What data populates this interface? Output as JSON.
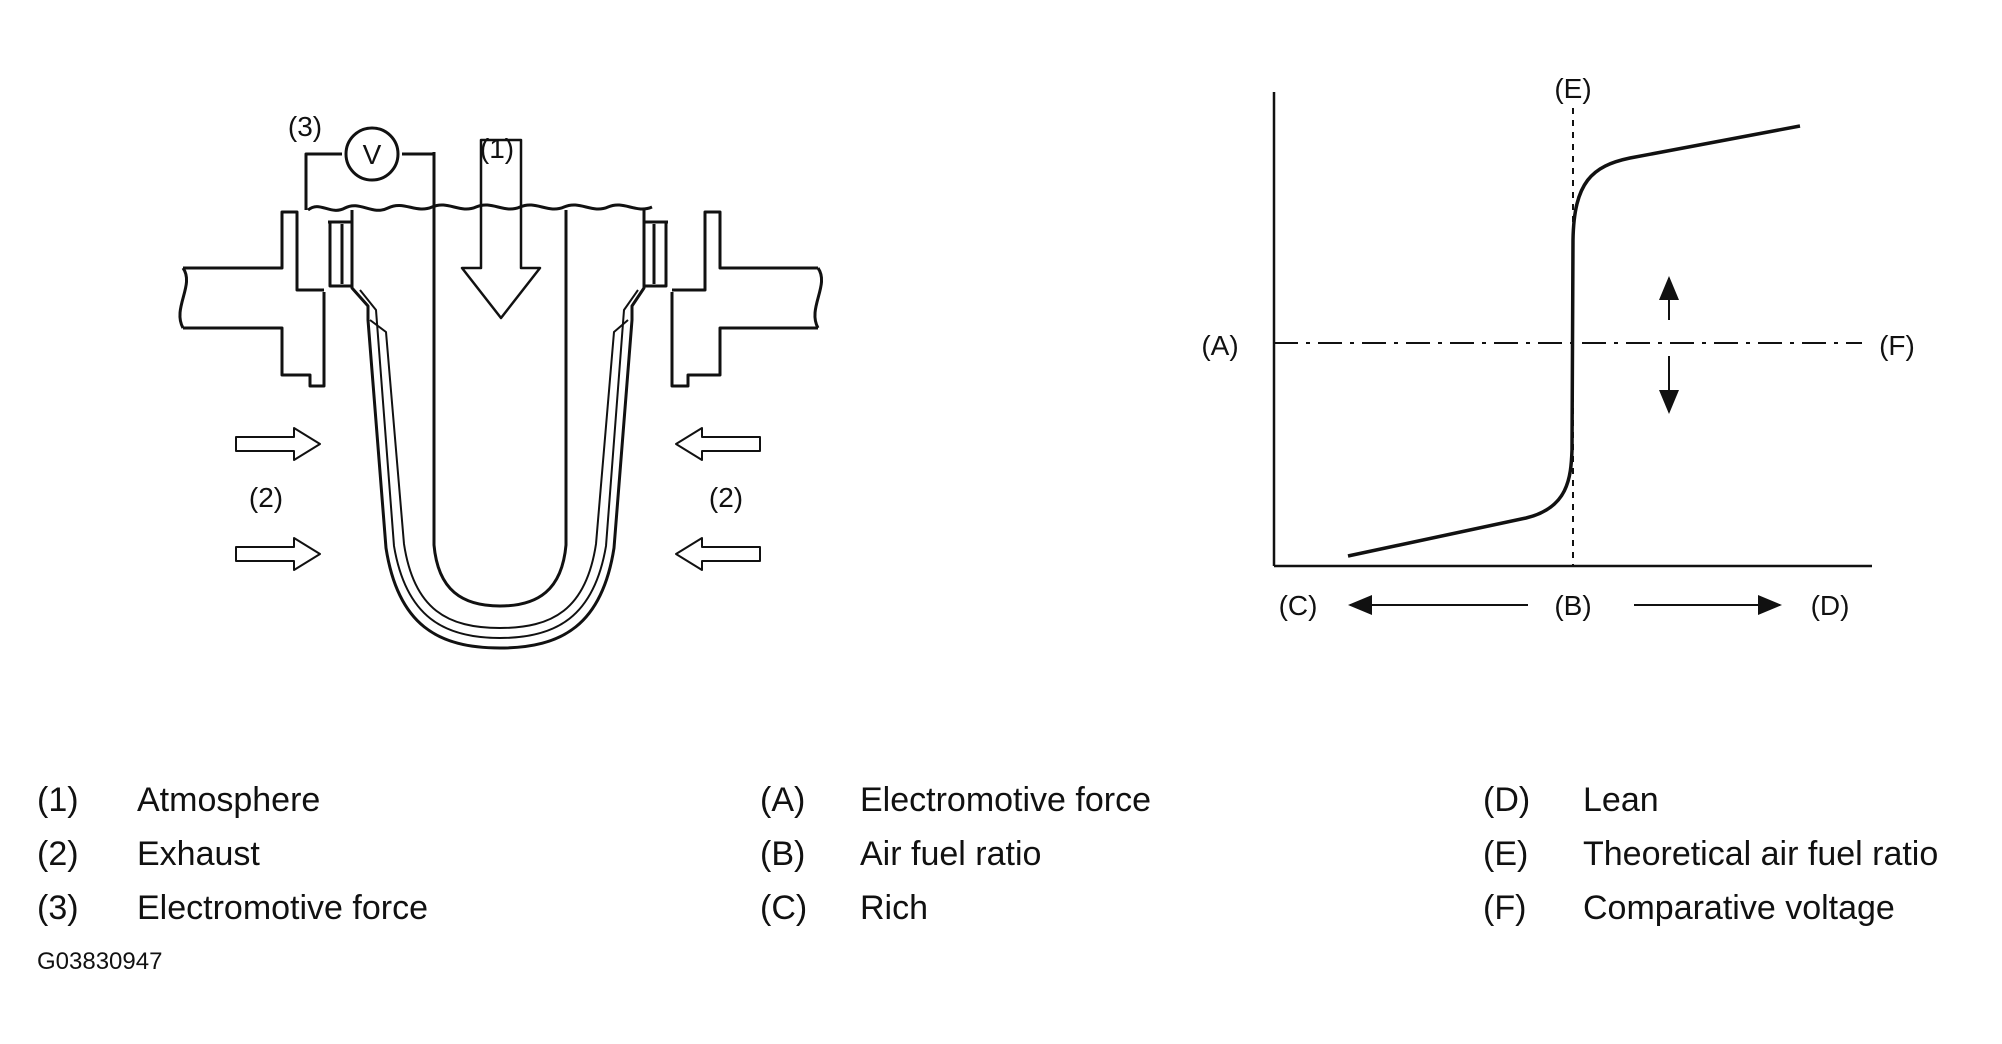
{
  "sensor_labels": {
    "atmosphere_marker": "(1)",
    "exhaust_marker": "(2)",
    "voltage_marker": "(3)",
    "voltmeter_symbol": "V"
  },
  "graph_labels": {
    "a": "(A)",
    "b": "(B)",
    "c": "(C)",
    "d": "(D)",
    "e": "(E)",
    "f": "(F)"
  },
  "legend": {
    "col1": [
      {
        "key": "(1)",
        "text": "Atmosphere"
      },
      {
        "key": "(2)",
        "text": "Exhaust"
      },
      {
        "key": "(3)",
        "text": "Electromotive force"
      }
    ],
    "col2": [
      {
        "key": "(A)",
        "text": "Electromotive force"
      },
      {
        "key": "(B)",
        "text": "Air fuel ratio"
      },
      {
        "key": "(C)",
        "text": "Rich"
      }
    ],
    "col3": [
      {
        "key": "(D)",
        "text": "Lean"
      },
      {
        "key": "(E)",
        "text": "Theoretical air fuel ratio"
      },
      {
        "key": "(F)",
        "text": "Comparative voltage"
      }
    ]
  },
  "figure_code": "G03830947"
}
